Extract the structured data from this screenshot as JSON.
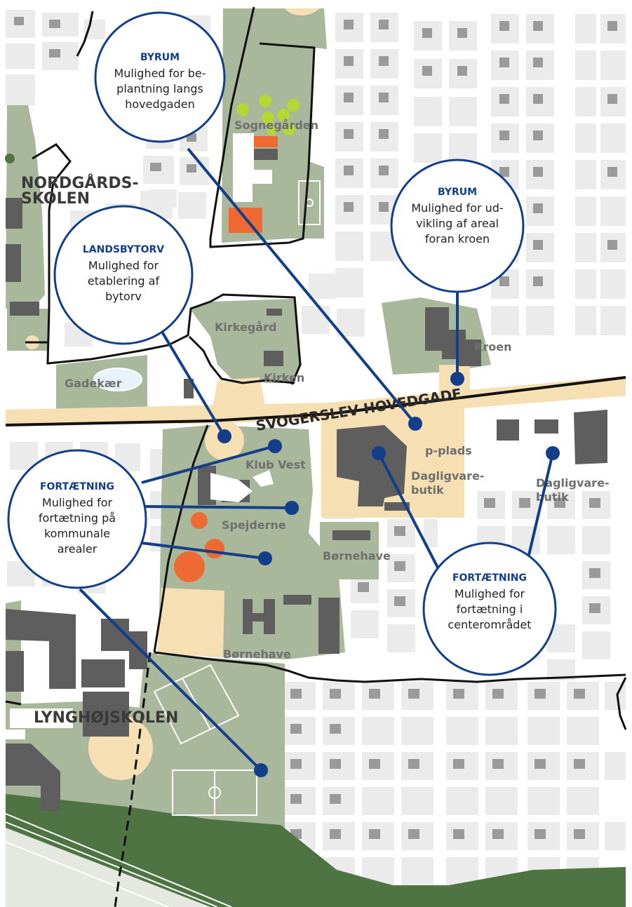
{
  "colors": {
    "background": "#ffffff",
    "block": "#ebebeb",
    "building": "#5e5e5f",
    "green": "#a9b79a",
    "dark_green": "#4d7442",
    "sand": "#f6dfb2",
    "orange": "#ee6a32",
    "lime": "#b4d733",
    "line": "#123e8a",
    "boundary": "#111111"
  },
  "labels": {
    "nordgaard_1": "NORDGÅRDS-",
    "nordgaard_2": "SKOLEN",
    "sognegaarden": "Sognegården",
    "kirkegaard": "Kirkegård",
    "kirken": "Kirken",
    "gadekaer": "Gadekær",
    "kroen": "Kroen",
    "hovedgade": "SVOGERSLEV HOVEDGADE",
    "p_plads": "p-plads",
    "daglig1_1": "Dagligvare-",
    "daglig1_2": "butik",
    "daglig2_1": "Dagligvare-",
    "daglig2_2": "butik",
    "klub_vest": "Klub Vest",
    "spejderne": "Spejderne",
    "boernehave1": "Børnehave",
    "boernehave2": "Børnehave",
    "lynghoej": "LYNGHØJSKOLEN"
  },
  "callouts": [
    {
      "id": "byrum-1",
      "title": "BYRUM",
      "lines": [
        "Mulighed for be-",
        "plantning langs",
        "hovedgaden"
      ]
    },
    {
      "id": "byrum-2",
      "title": "BYRUM",
      "lines": [
        "Mulighed for ud-",
        "vikling af areal",
        "foran kroen"
      ]
    },
    {
      "id": "landsbytorv",
      "title": "LANDSBYTORV",
      "lines": [
        "Mulighed for",
        "etablering af",
        "bytorv"
      ]
    },
    {
      "id": "fortaetning-1",
      "title": "FORTÆTNING",
      "lines": [
        "Mulighed for",
        "fortætning på",
        "kommunale",
        "arealer"
      ]
    },
    {
      "id": "fortaetning-2",
      "title": "FORTÆTNING",
      "lines": [
        "Mulighed for",
        "fortætning i",
        "centerområdet"
      ]
    }
  ]
}
